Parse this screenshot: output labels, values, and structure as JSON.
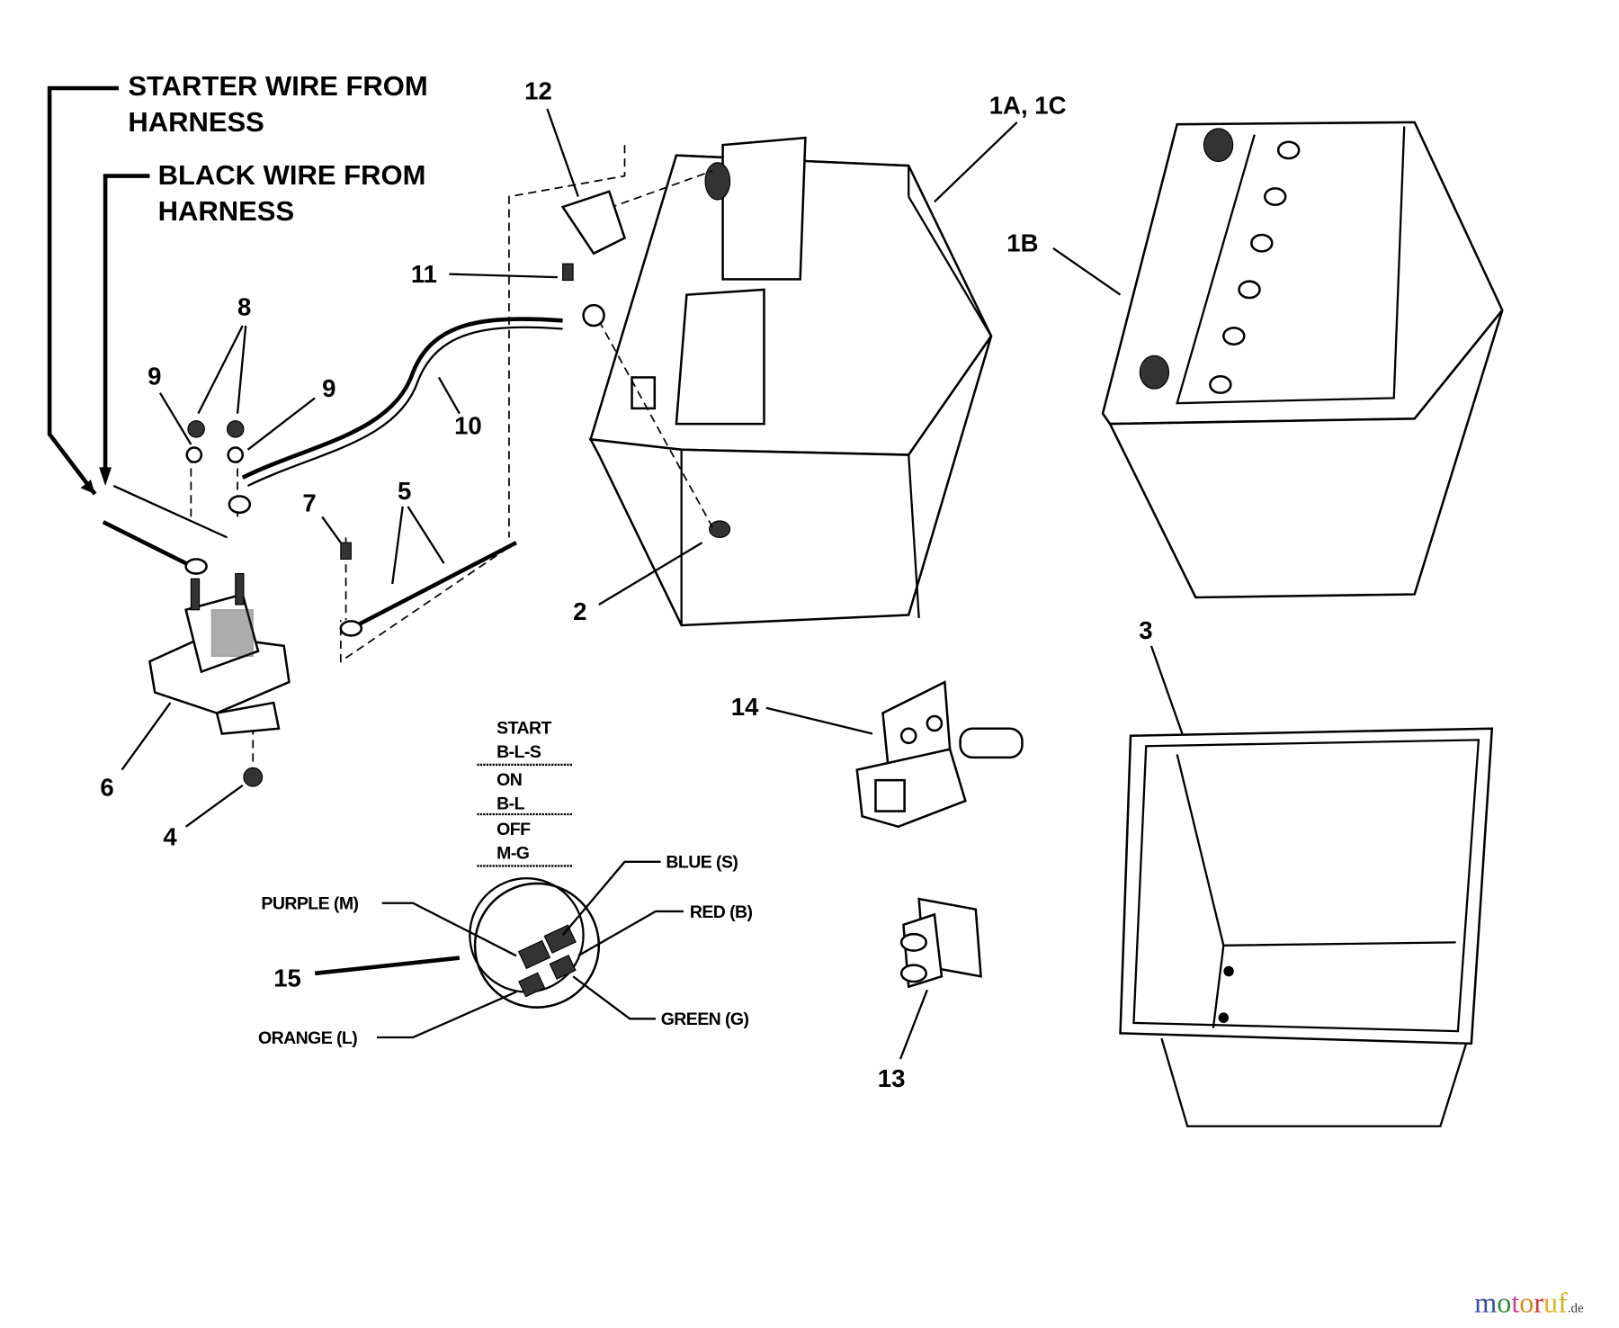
{
  "callouts": {
    "starter_wire": [
      "STARTER WIRE FROM",
      "HARNESS"
    ],
    "black_wire": [
      "BLACK WIRE FROM",
      "HARNESS"
    ],
    "parts": {
      "p12": "12",
      "p1a1c": "1A, 1C",
      "p1b": "1B",
      "p11": "11",
      "p8": "8",
      "p9a": "9",
      "p9b": "9",
      "p10": "10",
      "p7": "7",
      "p5": "5",
      "p2": "2",
      "p3": "3",
      "p6": "6",
      "p4": "4",
      "p14": "14",
      "p15": "15",
      "p13": "13"
    }
  },
  "switch_table": [
    "START",
    "B-L-S",
    "ON",
    "B-L",
    "OFF",
    "M-G"
  ],
  "wire_labels": {
    "purple": "PURPLE (M)",
    "orange": "ORANGE (L)",
    "blue": "BLUE (S)",
    "red": "RED (B)",
    "green": "GREEN (G)"
  },
  "watermark": {
    "main": "motoruf",
    "suffix": ".de",
    "colors": [
      "#3a4f9c",
      "#2e8b3a",
      "#d93a8c",
      "#e08a1e",
      "#d9302a",
      "#e0b51e",
      "#c9b51e"
    ]
  }
}
